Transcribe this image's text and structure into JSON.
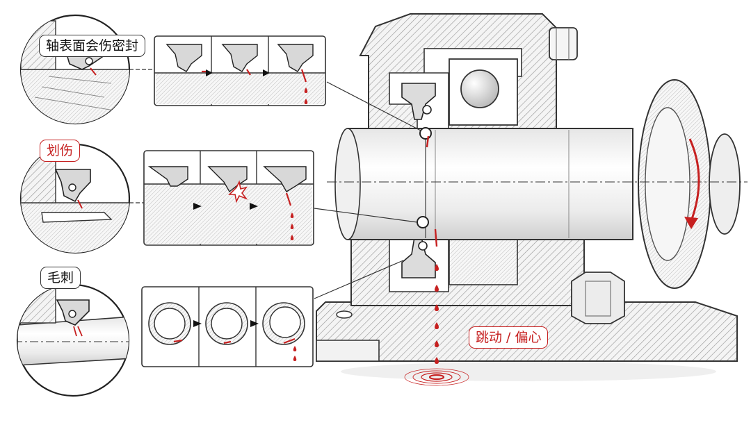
{
  "labels": {
    "shaft_surface_damages_seal": "轴表面会伤密封",
    "scratch": "划伤",
    "burr": "毛刺",
    "runout_eccentricity": "跳动 / 偏心"
  },
  "colors": {
    "leak_red": "#c62020",
    "ink": "#333333",
    "hatch": "#8a8a8a",
    "paper": "#ffffff"
  },
  "icons": [
    "arrow-right-icon",
    "oil-drop-icon",
    "rotation-arrow-icon",
    "impact-burst-icon"
  ]
}
